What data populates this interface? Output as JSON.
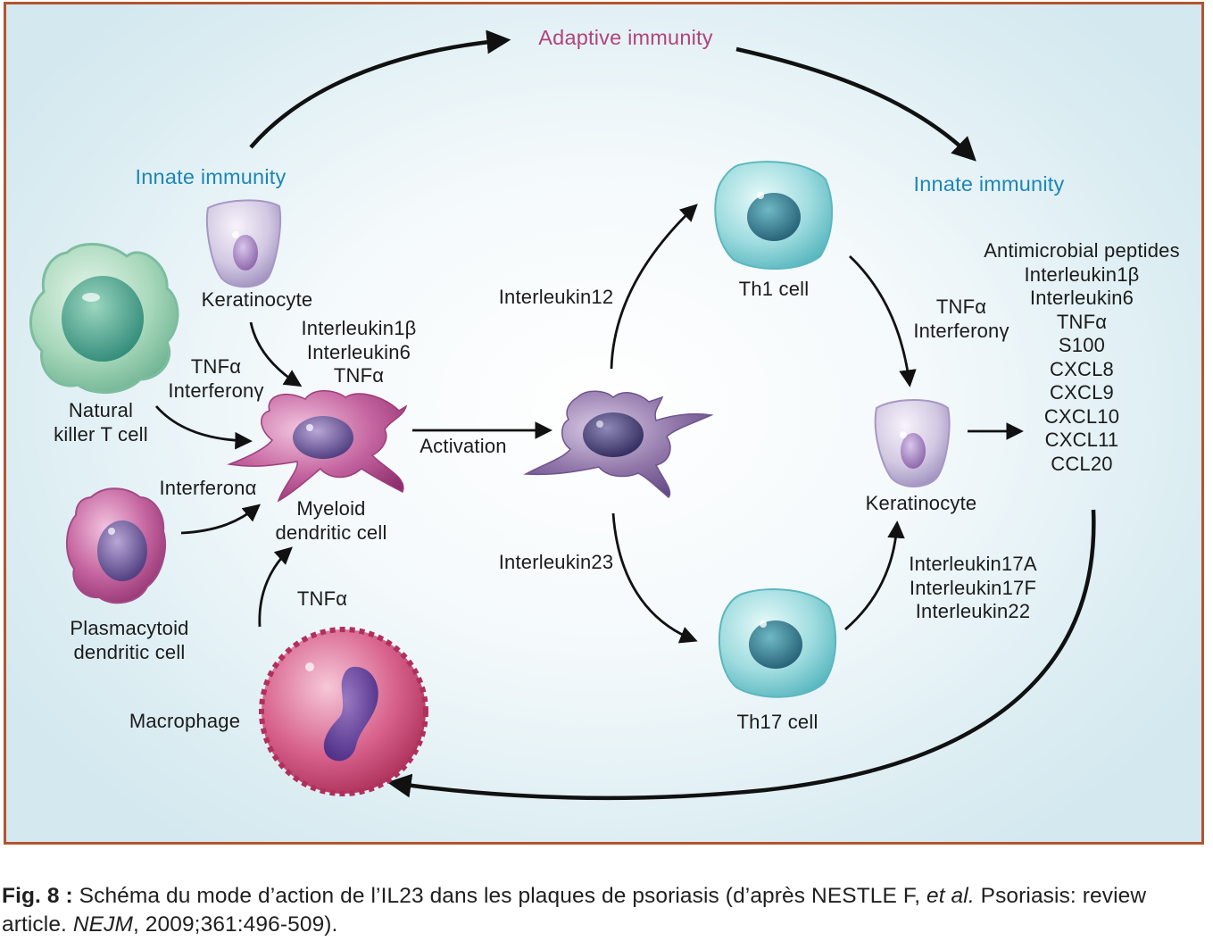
{
  "labels": {
    "adaptive_immunity": "Adaptive immunity",
    "innate_immunity_left": "Innate immunity",
    "innate_immunity_right": "Innate immunity",
    "keratinocyte_top": "Keratinocyte",
    "il1b_il6_tnfa": [
      "Interleukin1β",
      "Interleukin6",
      "TNFα"
    ],
    "tnfa_ifng_left": [
      "TNFα",
      "Interferonγ"
    ],
    "natural_killer": [
      "Natural",
      "killer T cell"
    ],
    "interferon_alpha": "Interferonα",
    "myeloid_dc": [
      "Myeloid",
      "dendritic cell"
    ],
    "plasmacytoid_dc": [
      "Plasmacytoid",
      "dendritic cell"
    ],
    "tnfa_macrophage": "TNFα",
    "macrophage": "Macrophage",
    "activation": "Activation",
    "interleukin12": "Interleukin12",
    "interleukin23": "Interleukin23",
    "th1_cell": "Th1 cell",
    "th17_cell": "Th17 cell",
    "tnfa_ifng_right": [
      "TNFα",
      "Interferonγ"
    ],
    "keratinocyte_right": "Keratinocyte",
    "il17_il22": [
      "Interleukin17A",
      "Interleukin17F",
      "Interleukin22"
    ],
    "mediators": [
      "Antimicrobial peptides",
      "Interleukin1β",
      "Interleukin6",
      "TNFα",
      "S100",
      "CXCL8",
      "CXCL9",
      "CXCL10",
      "CXCL11",
      "CCL20"
    ]
  },
  "caption": {
    "fig": "Fig. 8 :",
    "text_a": " Schéma du mode d’action de l’IL23 dans les plaques de psoriasis (d’après NESTLE F, ",
    "etal": "et al.",
    "text_b": " Psoriasis: review article. ",
    "journal": "NEJM",
    "text_c": ", 2009;361:496-509)."
  },
  "colors": {
    "frame": "#b5542e",
    "innate_text": "#1e86b8",
    "adaptive_text": "#b0447c",
    "nk_cell": "#8fc9a8",
    "dendritic_cell": "#b0508f",
    "activated_dc": "#7e5e94",
    "t_cell": "#7fcfd3",
    "keratinocyte": "#c9bedb",
    "macrophage": "#c23a6c"
  }
}
